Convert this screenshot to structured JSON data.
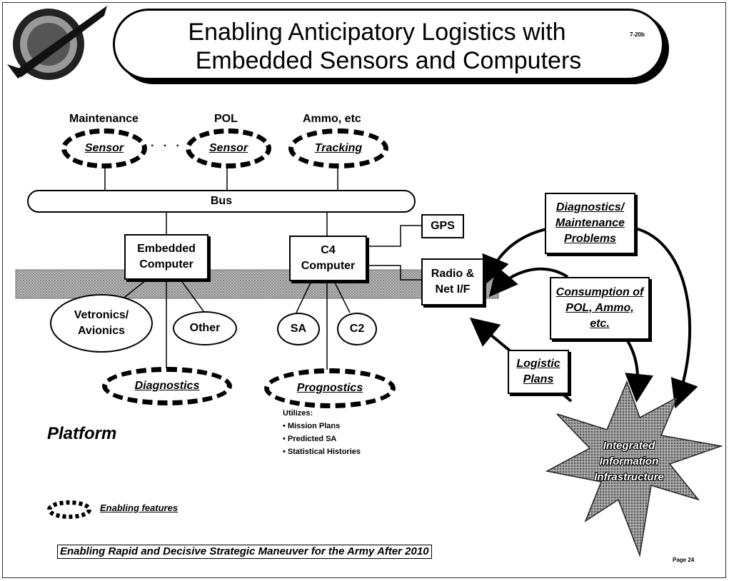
{
  "title": {
    "line1": "Enabling Anticipatory Logistics with",
    "line2": "Embedded Sensors and Computers",
    "code": "7-20b"
  },
  "top_labels": {
    "maintenance": "Maintenance",
    "pol": "POL",
    "ammo": "Ammo, etc"
  },
  "sensors": {
    "maintenance_sensor": "Sensor",
    "pol_sensor": "Sensor",
    "tracking": "Tracking"
  },
  "bus": "Bus",
  "gps": "GPS",
  "embedded_computer": "Embedded Computer",
  "c4_computer": "C4 Computer",
  "radio": "Radio & Net I/F",
  "vetronics": "Vetronics/ Avionics",
  "other": "Other",
  "sa": "SA",
  "c2": "C2",
  "diagnostics": "Diagnostics",
  "prognostics": "Prognostics",
  "utilizes": {
    "heading": "Utilizes:",
    "items": [
      "• Mission Plans",
      "• Predicted SA",
      "• Statistical Histories"
    ]
  },
  "platform": "Platform",
  "legend": "Enabling features",
  "diag_maint": "Diagnostics/ Maintenance Problems",
  "consumption": "Consumption of POL, Ammo, etc.",
  "logistic_plans": "Logistic Plans",
  "infrastructure": "Integrated Information Infrastructure",
  "footer": "Enabling Rapid and Decisive Strategic Maneuver for the Army After 2010",
  "page": "Page 24",
  "colors": {
    "platform_band": "#9a9a9a",
    "star_fill": "#8c8c8c"
  }
}
